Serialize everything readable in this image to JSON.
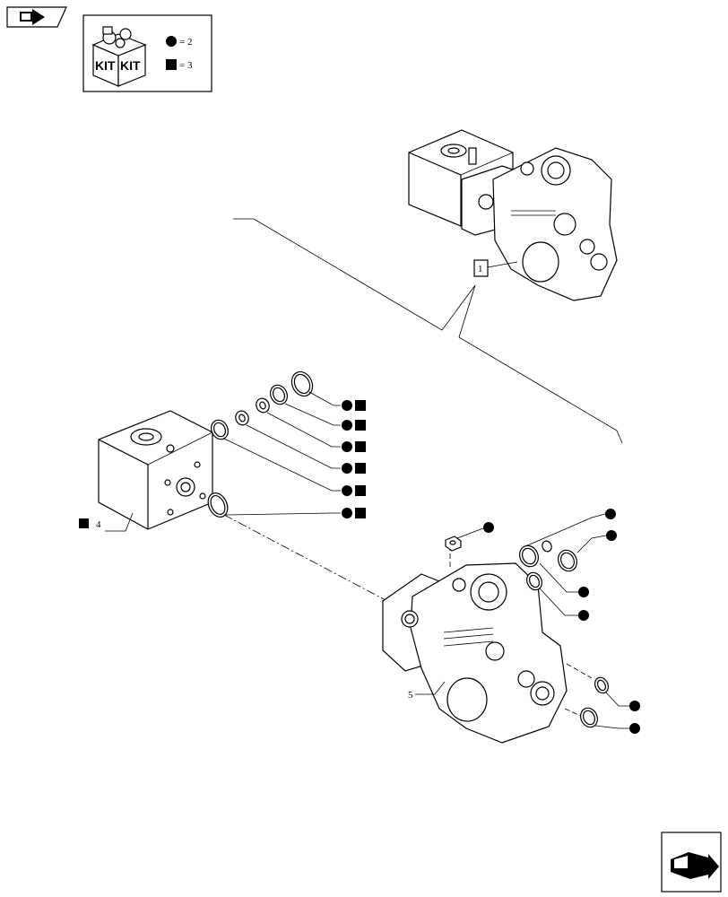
{
  "legend": {
    "circle_eq": "= 2",
    "square_eq": "= 3",
    "kit_word_left": "KIT",
    "kit_word_right": "KIT"
  },
  "callouts": {
    "item_1": "1",
    "item_4": "4",
    "item_5": "5"
  },
  "icons": {
    "top_nav": "back-arrow-icon",
    "bottom_nav": "next-arrow-icon"
  }
}
